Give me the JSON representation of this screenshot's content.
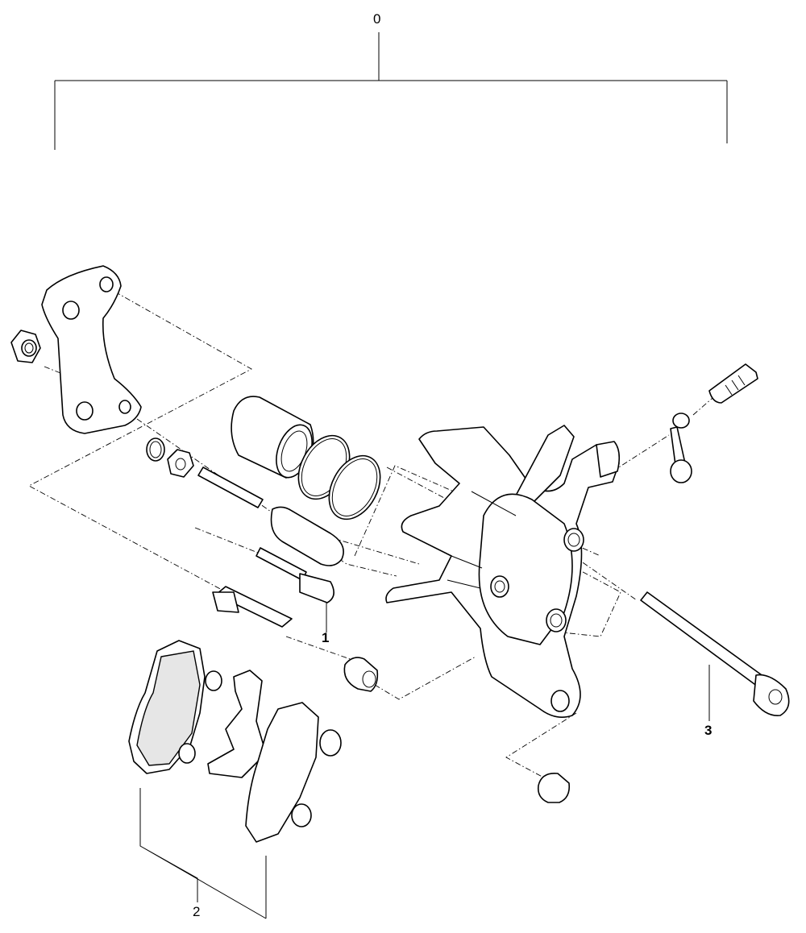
{
  "callouts": {
    "assembly": "0",
    "part_1": "1",
    "part_2": "2",
    "part_3": "3"
  }
}
